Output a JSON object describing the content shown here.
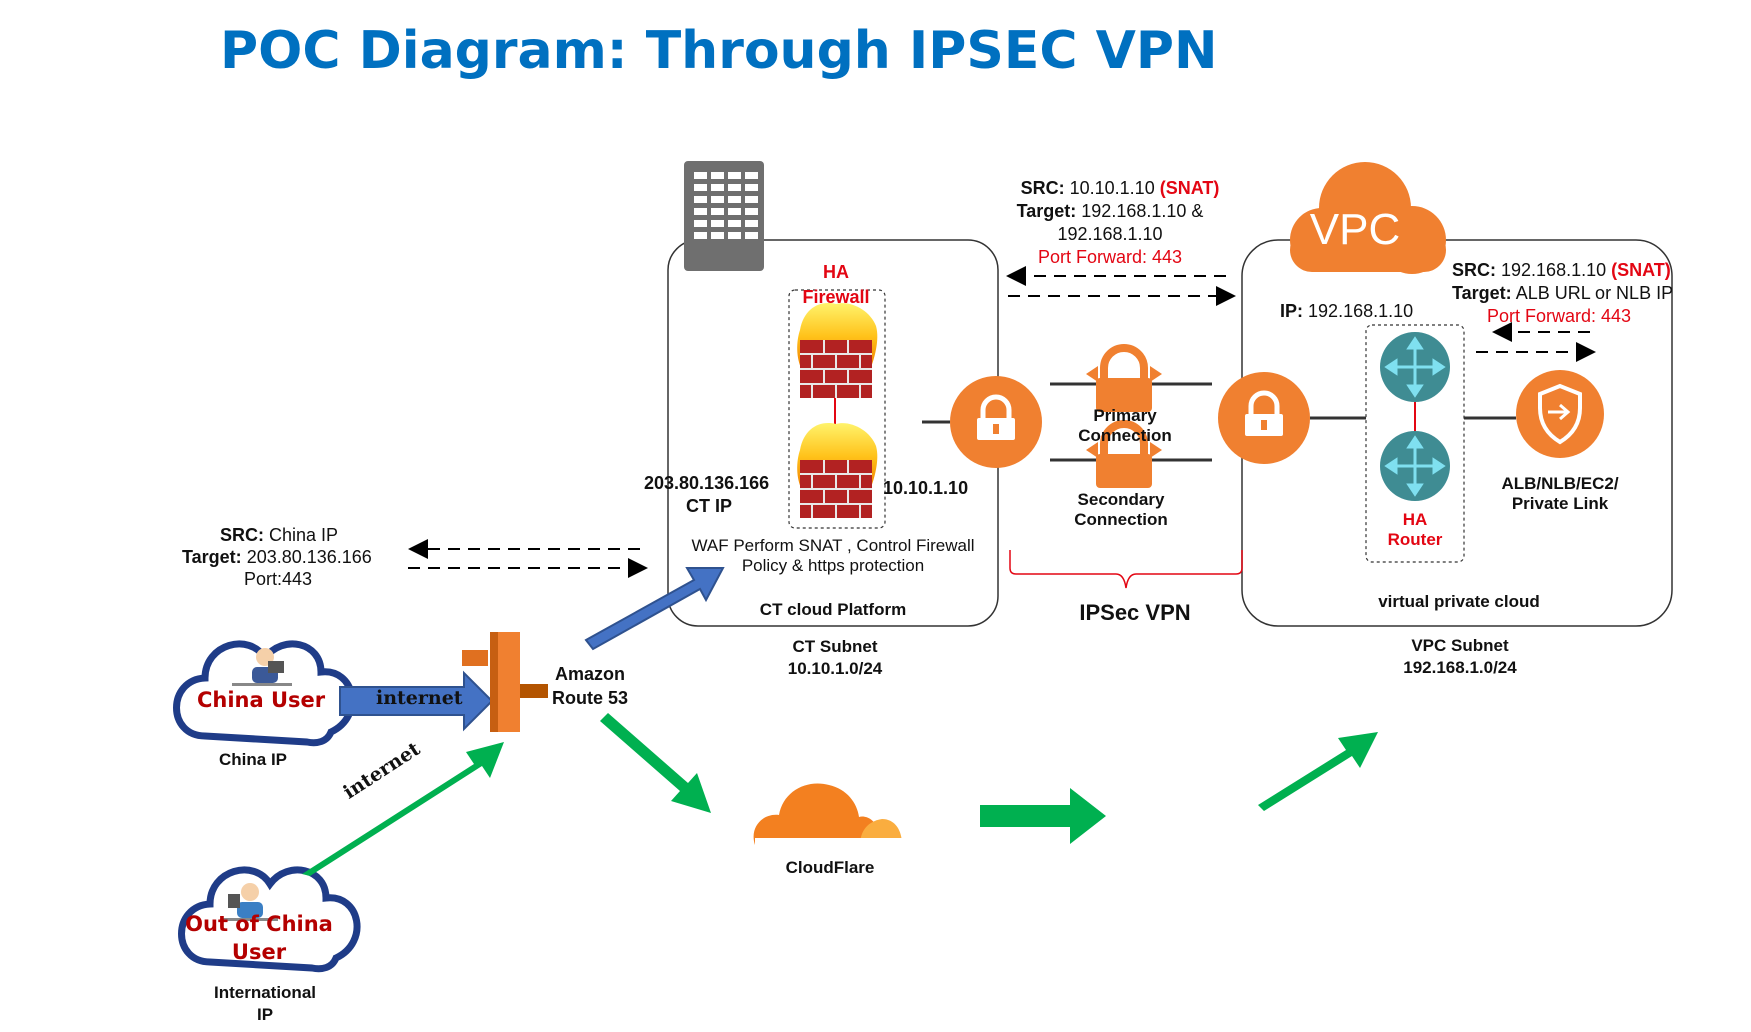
{
  "title": "POC Diagram: Through IPSEC VPN",
  "china_user": {
    "name": "China User",
    "ip_label": "China IP",
    "link_label": "internet"
  },
  "intl_user": {
    "name_line1": "Out of China",
    "name_line2": "User",
    "ip_line1": "International",
    "ip_line2": "IP",
    "link_label": "internet"
  },
  "client_flow": {
    "src_key": "SRC:",
    "src_val": "China IP",
    "target_key": "Target:",
    "target_val": "203.80.136.166",
    "port": "Port:443"
  },
  "route53": {
    "line1": "Amazon",
    "line2": "Route 53"
  },
  "cloudflare": {
    "label": "CloudFlare"
  },
  "ct": {
    "ha_line1": "HA",
    "ha_line2": "Firewall",
    "public_ip": "203.80.136.166",
    "public_ip_label": "CT IP",
    "private_ip": "10.10.1.10",
    "waf_line1": "WAF Perform SNAT , Control Firewall",
    "waf_line2": "Policy & https protection",
    "platform": "CT cloud Platform",
    "subnet_line1": "CT Subnet",
    "subnet_line2": "10.10.1.0/24"
  },
  "ipsec_flow": {
    "src_key": "SRC:",
    "src_val": "10.10.1.10",
    "snat": "(SNAT)",
    "target_key": "Target:",
    "target_val": "192.168.1.10 &",
    "target_val2": "192.168.1.10",
    "port_forward": "Port Forward: 443"
  },
  "vpn": {
    "primary_line1": "Primary",
    "primary_line2": "Connection",
    "secondary_line1": "Secondary",
    "secondary_line2": "Connection",
    "label": "IPSec VPN"
  },
  "vpc": {
    "badge": "VPC",
    "ip_key": "IP:",
    "ip_val": "192.168.1.10",
    "router_line1": "HA",
    "router_line2": "Router",
    "target_line1": "ALB/NLB/EC2/",
    "target_line2": "Private Link",
    "box_label": "virtual private cloud",
    "subnet_line1": "VPC Subnet",
    "subnet_line2": "192.168.1.0/24"
  },
  "vpc_flow": {
    "src_key": "SRC:",
    "src_val": "192.168.1.10",
    "snat": "(SNAT)",
    "target_key": "Target:",
    "target_val": "ALB URL or NLB IP",
    "port_forward": "Port Forward: 443"
  },
  "colors": {
    "title": "#0070c0",
    "orange": "#f08030",
    "green": "#00b050",
    "blue": "#4472c4",
    "red": "#e30613",
    "user_cloud": "#1f3c88"
  }
}
